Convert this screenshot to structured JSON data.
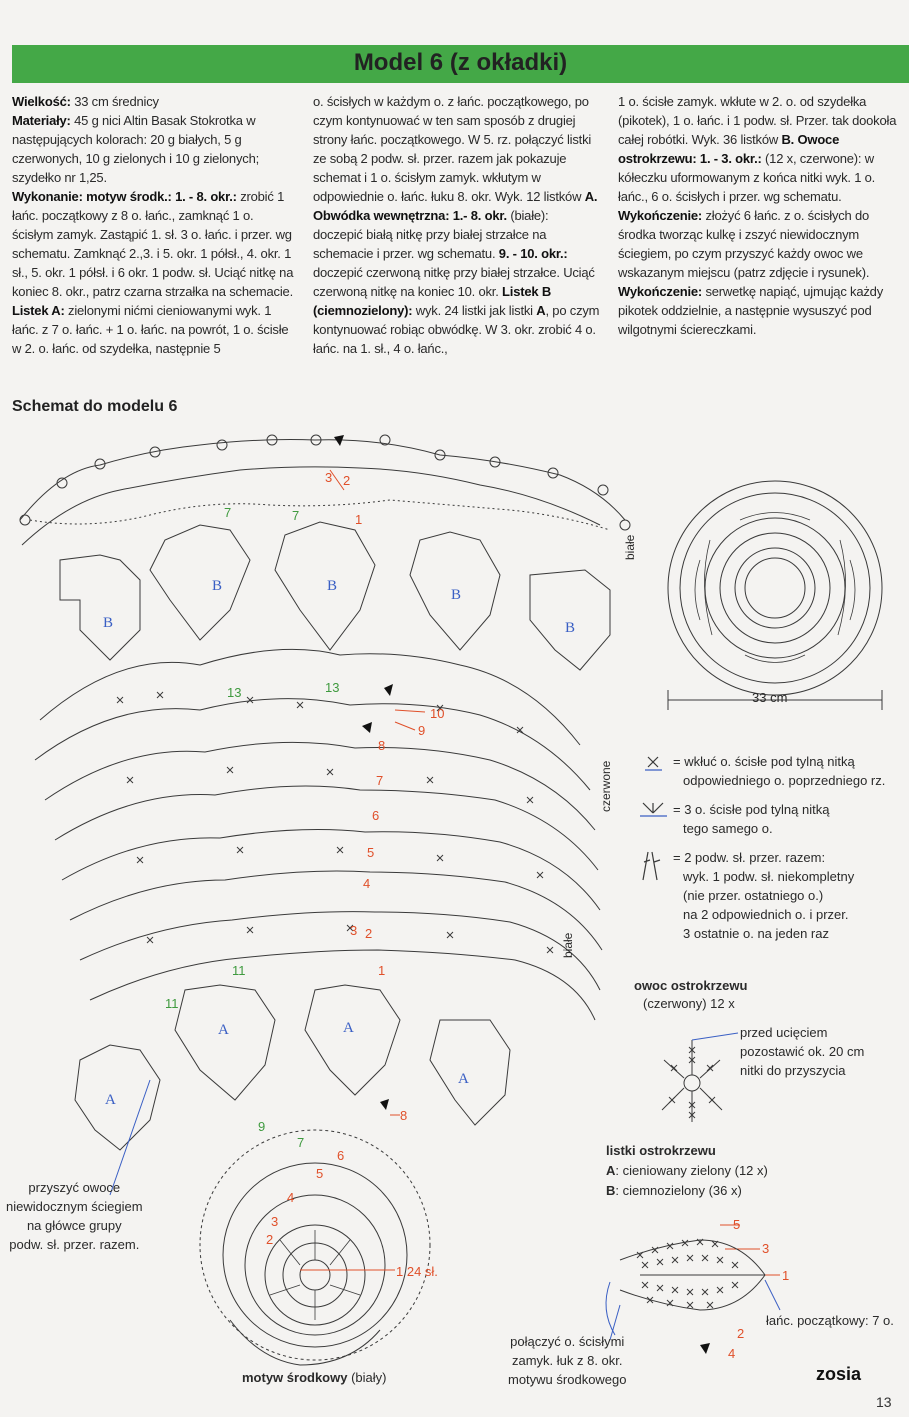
{
  "title": "Model 6 (z okładki)",
  "col1": [
    {
      "b": "Wielkość:",
      "t": " 33 cm średnicy"
    },
    {
      "b": "Materiały:",
      "t": " 45 g nici Altin Basak Stokrotka w następujących kolorach: 20 g białych, 5 g czerwonych, 10 g zielonych i 10 g zielonych; szydełko nr 1,25."
    },
    {
      "b": "Wykonanie: motyw środk.: 1. - 8. okr.:",
      "t": " zrobić 1 łańc. początkowy z 8 o. łańc., zamknąć 1 o. ścisłym zamyk. Zastąpić 1. sł. 3 o. łańc. i przer. wg schematu. Zamknąć 2.,3. i 5. okr. 1 półsł., 4. okr. 1 sł., 5. okr. 1 półsł. i 6 okr. 1 podw. sł. Uciąć nitkę na koniec 8. okr., patrz czarna strzałka na schemacie."
    },
    {
      "b": "Listek A:",
      "t": " zielonymi nićmi cieniowanymi wyk. 1 łańc. z 7 o. łańc. + 1 o. łańc. na powrót, 1 o. ścisłe w 2. o. łańc. od szydełka, następnie 5"
    }
  ],
  "col2": [
    {
      "b": "",
      "t": "o. ścisłych w każdym o. z łańc. początkowego, po czym kontynuować w ten sam sposób z drugiej strony łańc. początkowego. W 5. rz. połączyć listki ze sobą 2 podw. sł. przer. razem jak pokazuje schemat i 1 o. ścisłym zamyk. wkłutym w odpowiednie o. łańc. łuku 8. okr. Wyk. 12 listków "
    },
    {
      "b": "A. Obwódka wewnętrzna: 1.- 8. okr.",
      "t": " (białe): doczepić białą nitkę przy białej strzałce na schemacie i przer. wg schematu. "
    },
    {
      "b": "9. - 10. okr.:",
      "t": " doczepić czerwoną nitkę przy białej strzałce. Uciąć czerwoną nitkę na koniec 10. okr. "
    },
    {
      "b": "Listek B (ciemnozielony):",
      "t": " wyk. 24 listki jak listki "
    },
    {
      "b": "A",
      "t": ", po czym kontynuować robiąc obwódkę. W 3. okr. zrobić 4 o. łańc. na 1. sł., 4 o. łańc.,"
    }
  ],
  "col3": [
    {
      "b": "",
      "t": "1 o. ścisłe zamyk. wkłute w 2. o. od szydełka (pikotek), 1 o. łańc. i 1 podw. sł. Przer. tak dookoła całej robótki. Wyk. 36 listków "
    },
    {
      "b": "B.",
      "t": ""
    },
    {
      "b": " Owoce ostrokrzewu: 1. - 3. okr.:",
      "t": " (12 x, czerwone): w kółeczku uformowanym z końca nitki wyk. 1 o. łańc., 6 o. ścisłych i przer. wg schematu. "
    },
    {
      "b": "Wykończenie:",
      "t": " złożyć 6 łańc. z o. ścisłych do środka tworząc kulkę i zszyć niewidocznym ściegiem, po czym przyszyć każdy owoc we wskazanym miejscu (patrz zdjęcie i rysunek)."
    },
    {
      "b": "Wykończenie:",
      "t": " serwetkę napiąć, ujmując każdy pikotek oddzielnie, a następnie wysuszyć pod wilgotnymi ściereczkami."
    }
  ],
  "heading": "Schemat do modelu 6",
  "diagram": {
    "leaf_b": "B",
    "leaf_a": "A",
    "row_labels_green": [
      "7",
      "7",
      "13",
      "13",
      "11",
      "11",
      "9",
      "7"
    ],
    "row_labels_red": [
      "3",
      "2",
      "1",
      "10",
      "9",
      "8",
      "7",
      "6",
      "5",
      "4",
      "3",
      "2",
      "1",
      "8",
      "6",
      "5",
      "4",
      "3",
      "2",
      "1 24 sł."
    ],
    "side_biale_top": "białe",
    "side_czerwone": "czerwone",
    "side_biale_bottom": "białe",
    "sew_note": [
      "przyszyć owoce",
      "niewidocznym ściegiem",
      "na główce grupy",
      "podw. sł. przer. razem."
    ],
    "center_motif_bold": "motyw środkowy",
    "center_motif_rest": " (biały)",
    "join_note": [
      "połączyć o. ścisłymi",
      "zamyk. łuk z 8. okr.",
      "motywu środkowego"
    ]
  },
  "overview": {
    "dimension": "33 cm"
  },
  "legend": [
    {
      "symbol": "x-stitch",
      "lines": [
        "= wkłuć o. ścisłe pod tylną nitką",
        "odpowiedniego o. poprzedniego rz."
      ]
    },
    {
      "symbol": "v-stitch",
      "lines": [
        "= 3 o. ścisłe pod tylną nitką",
        "tego samego o."
      ]
    },
    {
      "symbol": "tr2tog",
      "lines": [
        "= 2 podw. sł. przer. razem:",
        "wyk. 1 podw. sł. niekompletny",
        "(nie przer. ostatniego o.)",
        "na 2 odpowiednich o. i przer.",
        "3 ostatnie o. na jeden raz"
      ]
    }
  ],
  "berry": {
    "title": "owoc ostrokrzewu",
    "subtitle": "(czerwony) 12 x",
    "note": [
      "przed ucięciem",
      "pozostawić ok. 20 cm",
      "nitki do przyszycia"
    ]
  },
  "leaves": {
    "title": "listki ostrokrzewu",
    "a_bold": "A",
    "a_text": ": cieniowany zielony (12 x)",
    "b_bold": "B",
    "b_text": ": ciemnozielony (36 x)",
    "rows": [
      "5",
      "3",
      "1",
      "2",
      "4"
    ],
    "chain_note": "łańc. początkowy: 7 o."
  },
  "signature": "zosia",
  "page_number": "13",
  "colors": {
    "banner": "#44a847",
    "green_label": "#3f9a3f",
    "red_label": "#e0502a",
    "blue_label": "#3a5fc4",
    "line": "#3a3a3a"
  }
}
